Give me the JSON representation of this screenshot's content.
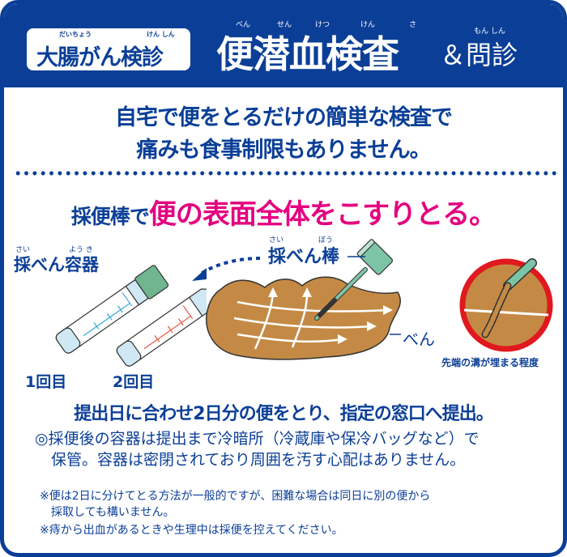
{
  "header": {
    "badge": {
      "title": "大腸がん検診",
      "ruby_left": "だいちょう",
      "ruby_right": "けん しん"
    },
    "title": "便潜血検査",
    "title_ruby": [
      "べん",
      "せん",
      "けつ",
      "けん",
      "さ"
    ],
    "suffix": "＆問診",
    "suffix_ruby": "もん しん"
  },
  "intro": {
    "line1": "自宅で便をとるだけの簡単な検査で",
    "line2": "痛みも食事制限もありません。"
  },
  "instruction": {
    "lead": "採便棒で",
    "emphasis": "便の表面全体をこすりとる。"
  },
  "illustration": {
    "container_label": "採べん容器",
    "container_ruby_left": "さい",
    "container_ruby_right": "よう き",
    "stick_label": "採べん棒",
    "stick_ruby_left": "さい",
    "stick_ruby_right": "ぼう",
    "stool_label": "べん",
    "first_label": "1回目",
    "second_label": "2回目",
    "detail_caption": "先端の溝が埋まる程度",
    "colors": {
      "stool": "#c48a45",
      "cap_green": "#6fb58f",
      "tube_blue": "#cfe8f3",
      "first_marking": "#35a9d8",
      "second_marking": "#e25544",
      "prohibit_red": "#e0191f"
    }
  },
  "submission": {
    "headline": "提出日に合わせ2日分の便をとり、指定の窓口へ提出。",
    "storage_line1": "◎採便後の容器は提出まで冷暗所（冷蔵庫や保冷バッグなど）で",
    "storage_line2": "保管。容器は密閉されており周囲を汚す心配はありません。"
  },
  "notes": {
    "note1_line1": "※便は2日に分けてとる方法が一般的ですが、困難な場合は同日に別の便から",
    "note1_line2": "採取しても構いません。",
    "note2": "※痔から出血があるときや生理中は採便を控えてください。"
  },
  "colors": {
    "brand_blue": "#0b3f97",
    "accent_pink": "#e4007f",
    "background": "#ffffff"
  }
}
